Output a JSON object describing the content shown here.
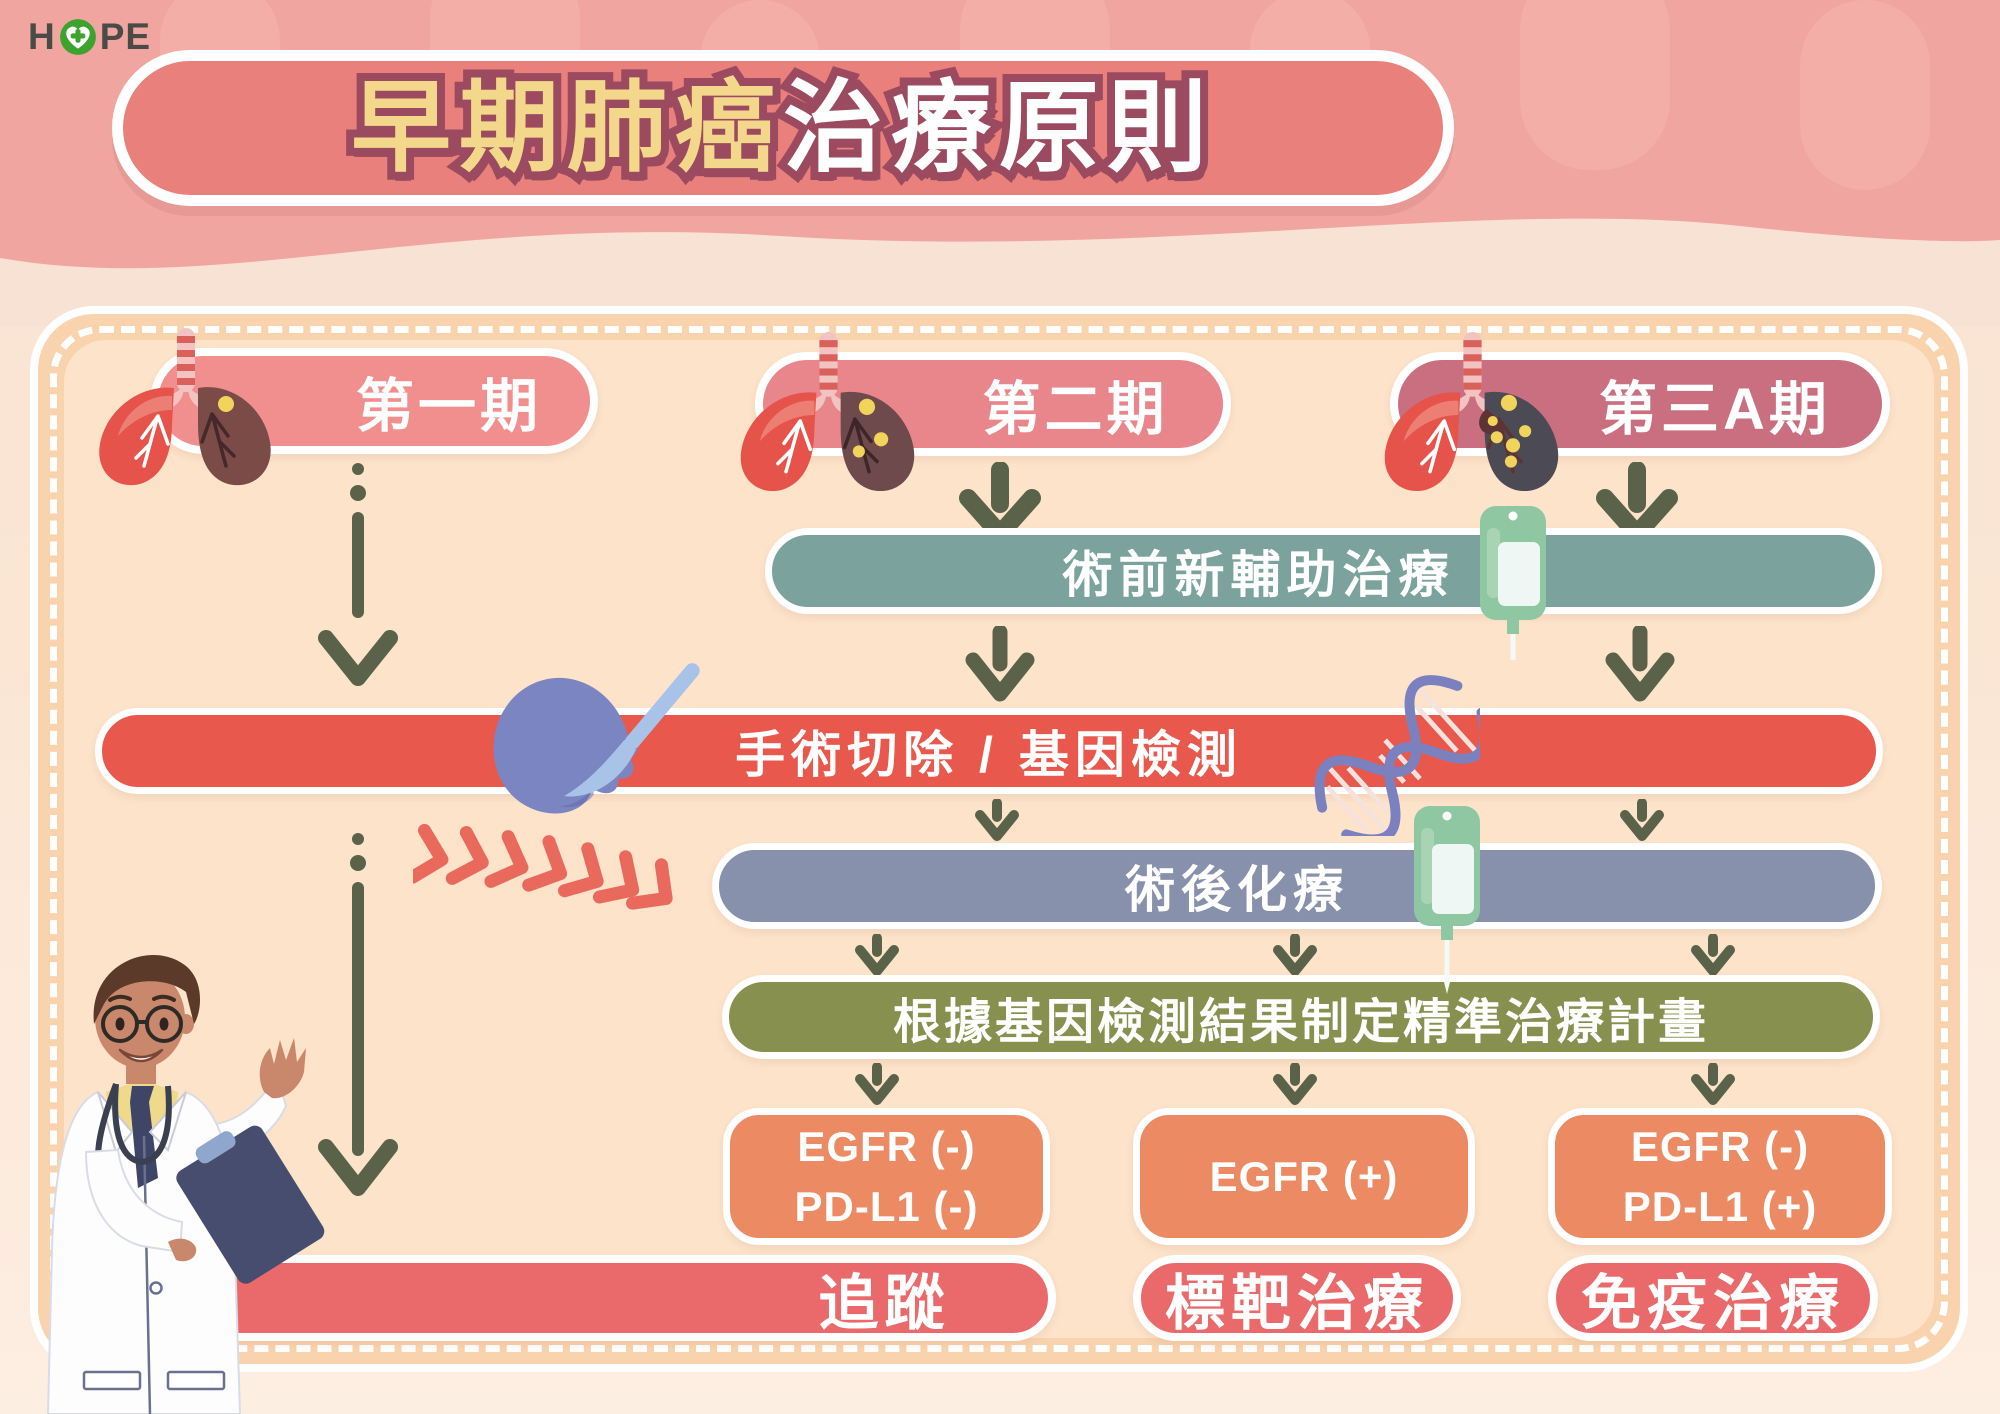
{
  "logo": {
    "part1": "H",
    "part2": "PE"
  },
  "title": {
    "highlight": "早期肺癌",
    "rest": "治療原則"
  },
  "stages": [
    {
      "label": "第一期"
    },
    {
      "label": "第二期"
    },
    {
      "label": "第三A期"
    }
  ],
  "flow": {
    "neoadjuvant": "術前新輔助治療",
    "surgery": "手術切除 / 基因檢測",
    "chemo": "術後化療",
    "plan": "根據基因檢測結果制定精準治療計畫"
  },
  "biomarkers": [
    {
      "lines": [
        "EGFR (-)",
        "PD-L1 (-)"
      ]
    },
    {
      "lines": [
        "EGFR (+)"
      ]
    },
    {
      "lines": [
        "EGFR (-)",
        "PD-L1 (+)"
      ]
    }
  ],
  "treatments": [
    {
      "label": "追蹤"
    },
    {
      "label": "標靶治療"
    },
    {
      "label": "免疫治療"
    }
  ],
  "colors": {
    "headerPink": "#F1A5A0",
    "bannerRed": "#E9807C",
    "titleYellow": "#F3D88C",
    "titleOutline": "#9C4A5F",
    "stage1Pink": "#F18E8E",
    "stage2Pink": "#E9868C",
    "stage3Rose": "#C96F80",
    "neoadjuvantTeal": "#7BA29C",
    "surgeryRed": "#E9584C",
    "chemoBlue": "#8791AB",
    "planOlive": "#87904F",
    "biomarkerOrange": "#EC8A63",
    "treatmentRed": "#EA696B",
    "arrowOlive": "#5A6349",
    "chevronRed": "#EA695D",
    "panelPeach": "#FCE3CA",
    "logoGreen": "#3CA32D"
  }
}
